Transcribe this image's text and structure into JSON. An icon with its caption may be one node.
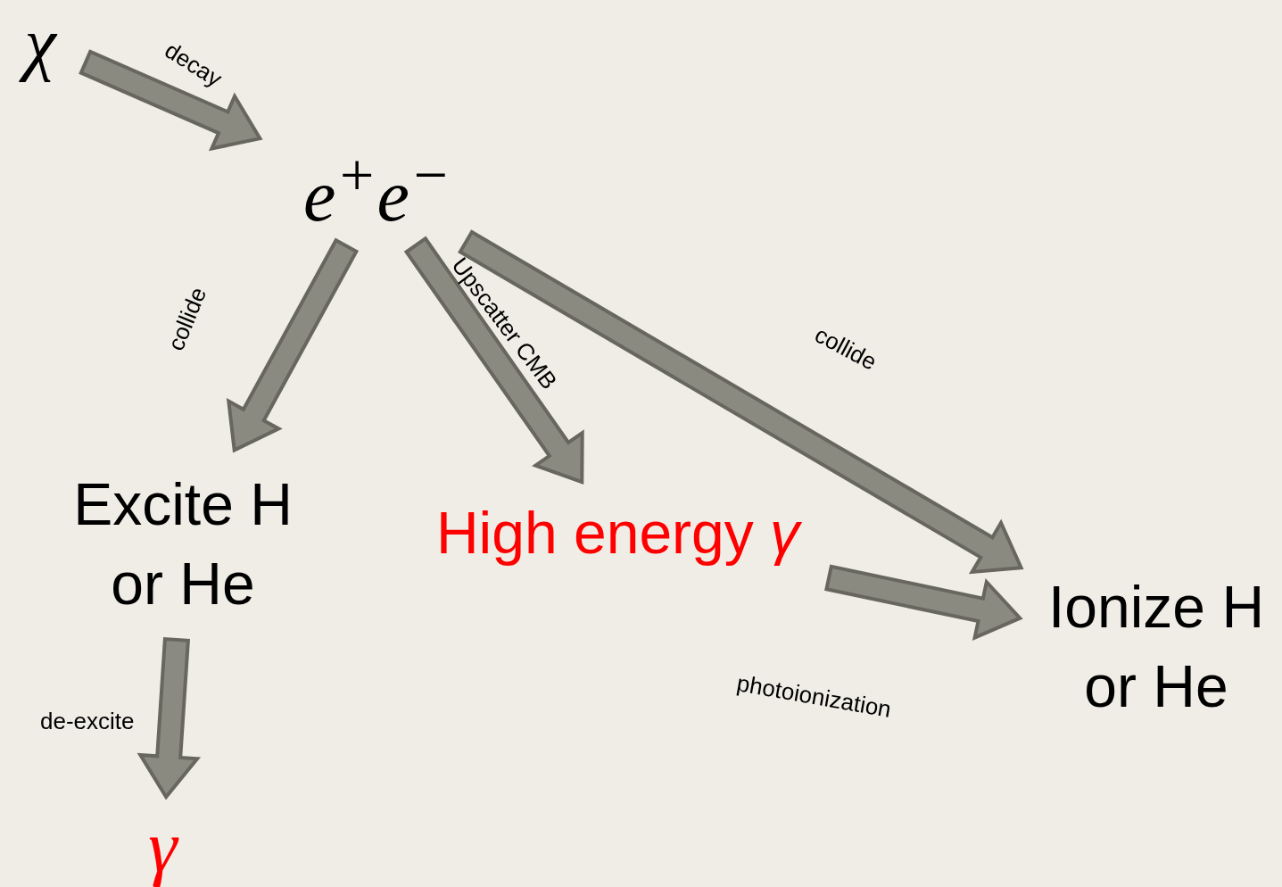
{
  "diagram": {
    "nodes": [
      {
        "text": [
          "χ"
        ]
      },
      {
        "text": [
          "e$^{+}$e$^{−}$"
        ]
      },
      {
        "text": [
          "Excite H or He"
        ]
      },
      {
        "text": [
          "High energy *γ*"
        ]
      },
      {
        "text": [
          "Ionize H or He"
        ]
      },
      {
        "text": [
          "γ"
        ]
      }
    ],
    "edges": [
      {
        "from": 0,
        "to": 1,
        "arrow": "to",
        "label": "decay"
      },
      {
        "from": 1,
        "to": 2,
        "arrow": "to",
        "label": "collide"
      },
      {
        "from": 1,
        "to": 3,
        "arrow": "to",
        "label": "Upscatter CMB"
      },
      {
        "from": 1,
        "to": 4,
        "arrow": "to",
        "label": "collide"
      },
      {
        "from": 3,
        "to": 4,
        "arrow": "to",
        "label": "photoionization"
      },
      {
        "from": 2,
        "to": 5,
        "arrow": "to",
        "label": "de-excite"
      }
    ]
  }
}
